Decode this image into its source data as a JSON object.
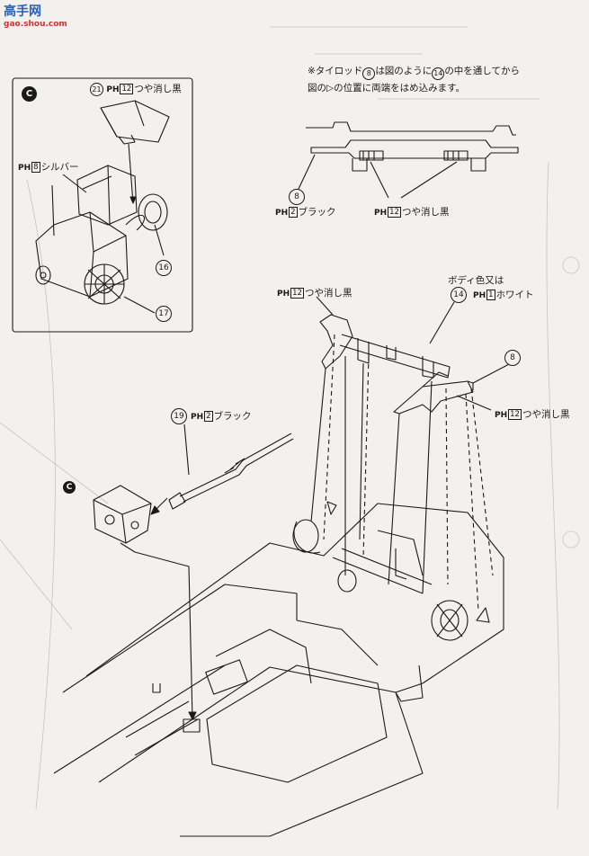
{
  "watermark": {
    "logo": "高手网",
    "url": "gao.shou.com"
  },
  "inset": {
    "step_letter": "C"
  },
  "callouts": {
    "inset_cap": {
      "num": "21",
      "ph": "PH",
      "code": "12",
      "text": "つや消し黒"
    },
    "inset_body": {
      "ph": "PH",
      "code": "8",
      "text": "シルバー"
    },
    "part16": "16",
    "part17": "17",
    "tierod_note": [
      "※タイロッド",
      "8",
      "は図のように",
      "14",
      "の中を通してから",
      "図の",
      "▷",
      "の位置に両端をはめ込みます。"
    ],
    "tierod_8": {
      "num": "8",
      "ph": "PH",
      "code": "2",
      "text": "ブラック"
    },
    "tierod_12": {
      "ph": "PH",
      "code": "12",
      "text": "つや消し黒"
    },
    "body_color": {
      "line1": "ボディ色又は",
      "num": "14",
      "ph": "PH",
      "code": "1",
      "text": "ホワイト"
    },
    "arm_left": {
      "ph": "PH",
      "code": "12",
      "text": "つや消し黒"
    },
    "arm_right": {
      "num": "8",
      "ph": "PH",
      "code": "12",
      "text": "つや消し黒"
    },
    "shaft": {
      "num": "19",
      "ph": "PH",
      "code": "2",
      "text": "ブラック"
    },
    "steer_c": "C"
  }
}
